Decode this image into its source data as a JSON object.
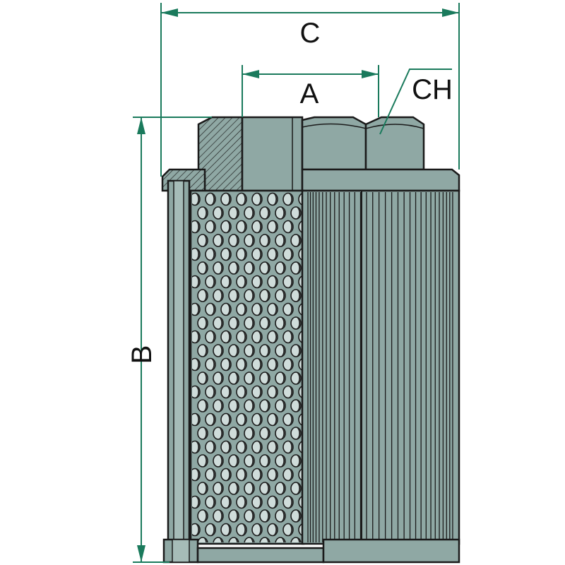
{
  "dimensions": {
    "outer_diameter": "C",
    "thread_diameter": "A",
    "hex_size": "CH",
    "height": "B"
  },
  "colors": {
    "body": "#8fa8a4",
    "body_light": "#a6bcb8",
    "outline": "#1a1a1a",
    "dimension_line": "#1a7a5c",
    "hole_dark": "#1a1a1a",
    "hole_light": "#cfdcda",
    "background": "#ffffff"
  }
}
